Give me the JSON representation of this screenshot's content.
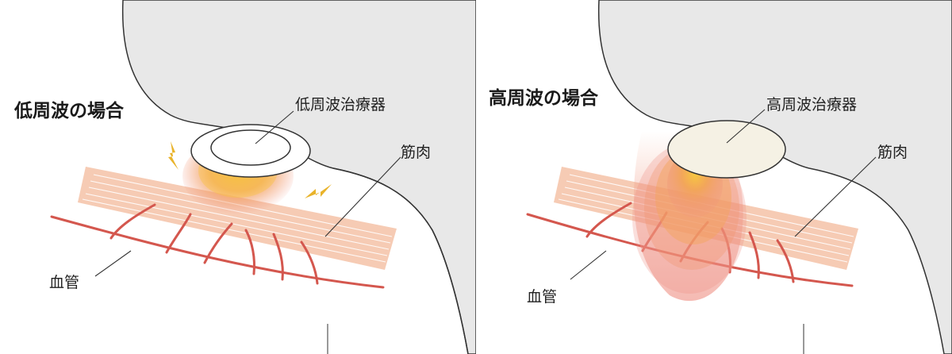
{
  "left_panel": {
    "title": "低周波の場合",
    "device_label": "低周波治療器",
    "muscle_label": "筋肉",
    "vessel_label": "血管"
  },
  "right_panel": {
    "title": "高周波の場合",
    "device_label": "高周波治療器",
    "muscle_label": "筋肉",
    "vessel_label": "血管"
  },
  "colors": {
    "body_fill": "#e8e8e8",
    "outline": "#333333",
    "muscle": "#f3b99b",
    "vessel": "#d4574e",
    "heat_core": "#f5b640",
    "spark": "#e9b32a",
    "pad": "#f5f1e4"
  }
}
